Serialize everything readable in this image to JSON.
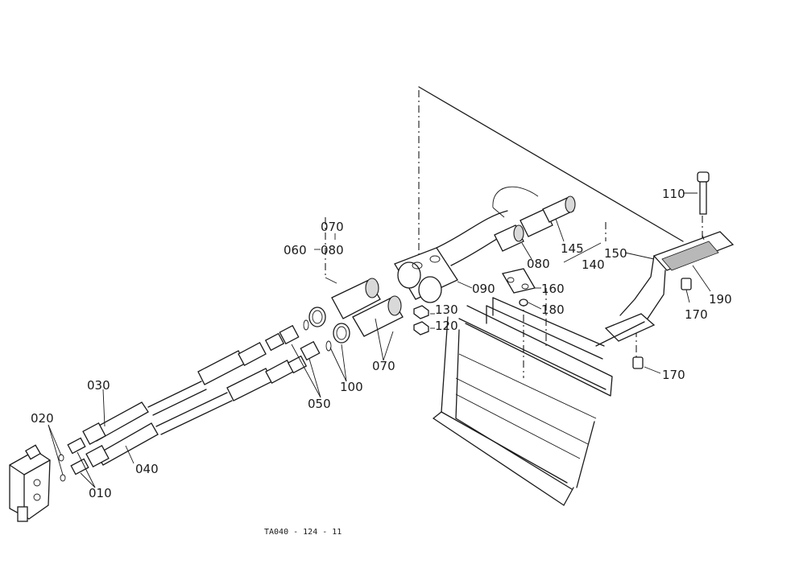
{
  "diagram": {
    "figure_code": "TA040 - 124 - 11",
    "part_labels": {
      "p010": "010",
      "p020": "020",
      "p030": "030",
      "p040": "040",
      "p050": "050",
      "p060": "060",
      "p070_top": "070",
      "p080_top": "080",
      "p070_bottom": "070",
      "p080_right": "080",
      "p090": "090",
      "p100": "100",
      "p110": "110",
      "p120": "120",
      "p130": "130",
      "p140": "140",
      "p145": "145",
      "p150": "150",
      "p160": "160",
      "p170_upper": "170",
      "p170_lower": "170",
      "p180": "180",
      "p190": "190"
    }
  }
}
